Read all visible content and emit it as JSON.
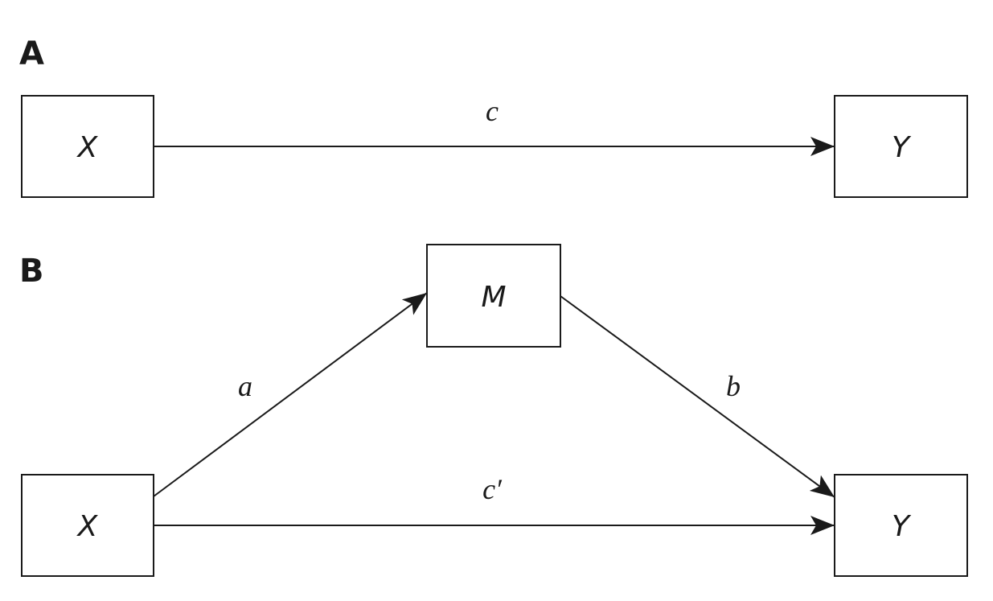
{
  "panels": {
    "a": {
      "label": "A",
      "nodes": {
        "x": "X",
        "y": "Y"
      },
      "paths": {
        "c": "c"
      }
    },
    "b": {
      "label": "B",
      "nodes": {
        "x": "X",
        "m": "M",
        "y": "Y"
      },
      "paths": {
        "a": "a",
        "b": "b",
        "c_prime": "c′"
      }
    }
  },
  "colors": {
    "ink": "#1a1a1a",
    "background": "#ffffff"
  }
}
